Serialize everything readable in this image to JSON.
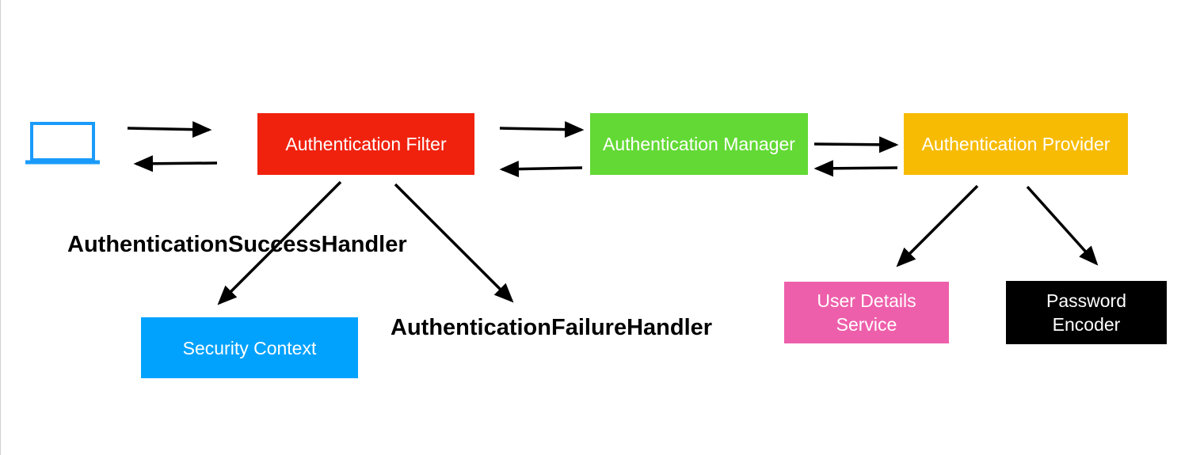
{
  "nodes": {
    "filter": {
      "label": "Authentication Filter",
      "color": "#f0220e"
    },
    "manager": {
      "label": "Authentication Manager",
      "color": "#63d935"
    },
    "provider": {
      "label": "Authentication Provider",
      "color": "#f7bb04"
    },
    "security_context": {
      "label": "Security Context",
      "color": "#01a2fe"
    },
    "user_details": {
      "label": "User Details\nService",
      "color": "#ee5fab"
    },
    "password_encoder": {
      "label": "Password\nEncoder",
      "color": "#000000"
    }
  },
  "handlers": {
    "success": "AuthenticationSuccessHandler",
    "failure": "AuthenticationFailureHandler"
  },
  "client": {
    "icon": "laptop-icon",
    "color": "#1a9bfa"
  },
  "edges": [
    {
      "from": "client",
      "to": "filter",
      "name": "client-to-filter-arrow"
    },
    {
      "from": "filter",
      "to": "client",
      "name": "filter-to-client-arrow"
    },
    {
      "from": "filter",
      "to": "manager",
      "name": "filter-to-manager-arrow"
    },
    {
      "from": "manager",
      "to": "filter",
      "name": "manager-to-filter-arrow"
    },
    {
      "from": "manager",
      "to": "provider",
      "name": "manager-to-provider-arrow"
    },
    {
      "from": "provider",
      "to": "manager",
      "name": "provider-to-manager-arrow"
    },
    {
      "from": "filter",
      "to": "security_context",
      "name": "filter-to-security-context-arrow"
    },
    {
      "from": "filter",
      "to": "failure_handler",
      "name": "filter-to-failure-handler-arrow"
    },
    {
      "from": "provider",
      "to": "user_details",
      "name": "provider-to-user-details-arrow"
    },
    {
      "from": "provider",
      "to": "password_encoder",
      "name": "provider-to-password-encoder-arrow"
    }
  ]
}
